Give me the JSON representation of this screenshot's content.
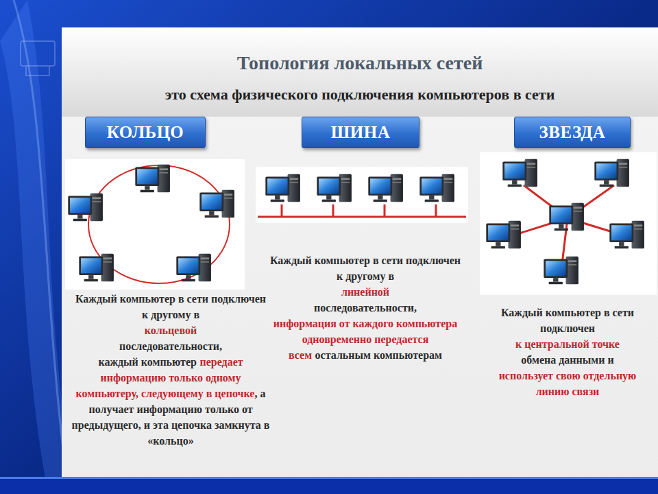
{
  "diagram": {
    "title": "Топология локальных сетей",
    "nodes": [
      {
        "text": [
          "КОЛЬЦО"
        ]
      },
      {
        "text": [
          "ШИНА"
        ]
      },
      {
        "text": [
          "ЗВЕЗДА"
        ]
      }
    ],
    "labels": [
      "это схема физического подключения компьютеров в сети",
      "Каждый компьютер в сети подключен к другому в",
      "кольцевой",
      "последовательности,",
      "каждый компьютер",
      "передает информацию только одному компьютеру, следующему в цепочке",
      ", а получает информацию только от предыдущего, и эта цепочка замкнута в «кольцо»",
      "Каждый компьютер в сети подключен к другому в",
      "линейной",
      "последовательности,",
      "информация от каждого компьютера одновременно передается всем",
      "остальным компьютерам",
      "Каждый компьютер в сети подключен",
      "к центральной точке",
      "обмена данными и",
      "использует свою отдельную линию связи"
    ]
  }
}
